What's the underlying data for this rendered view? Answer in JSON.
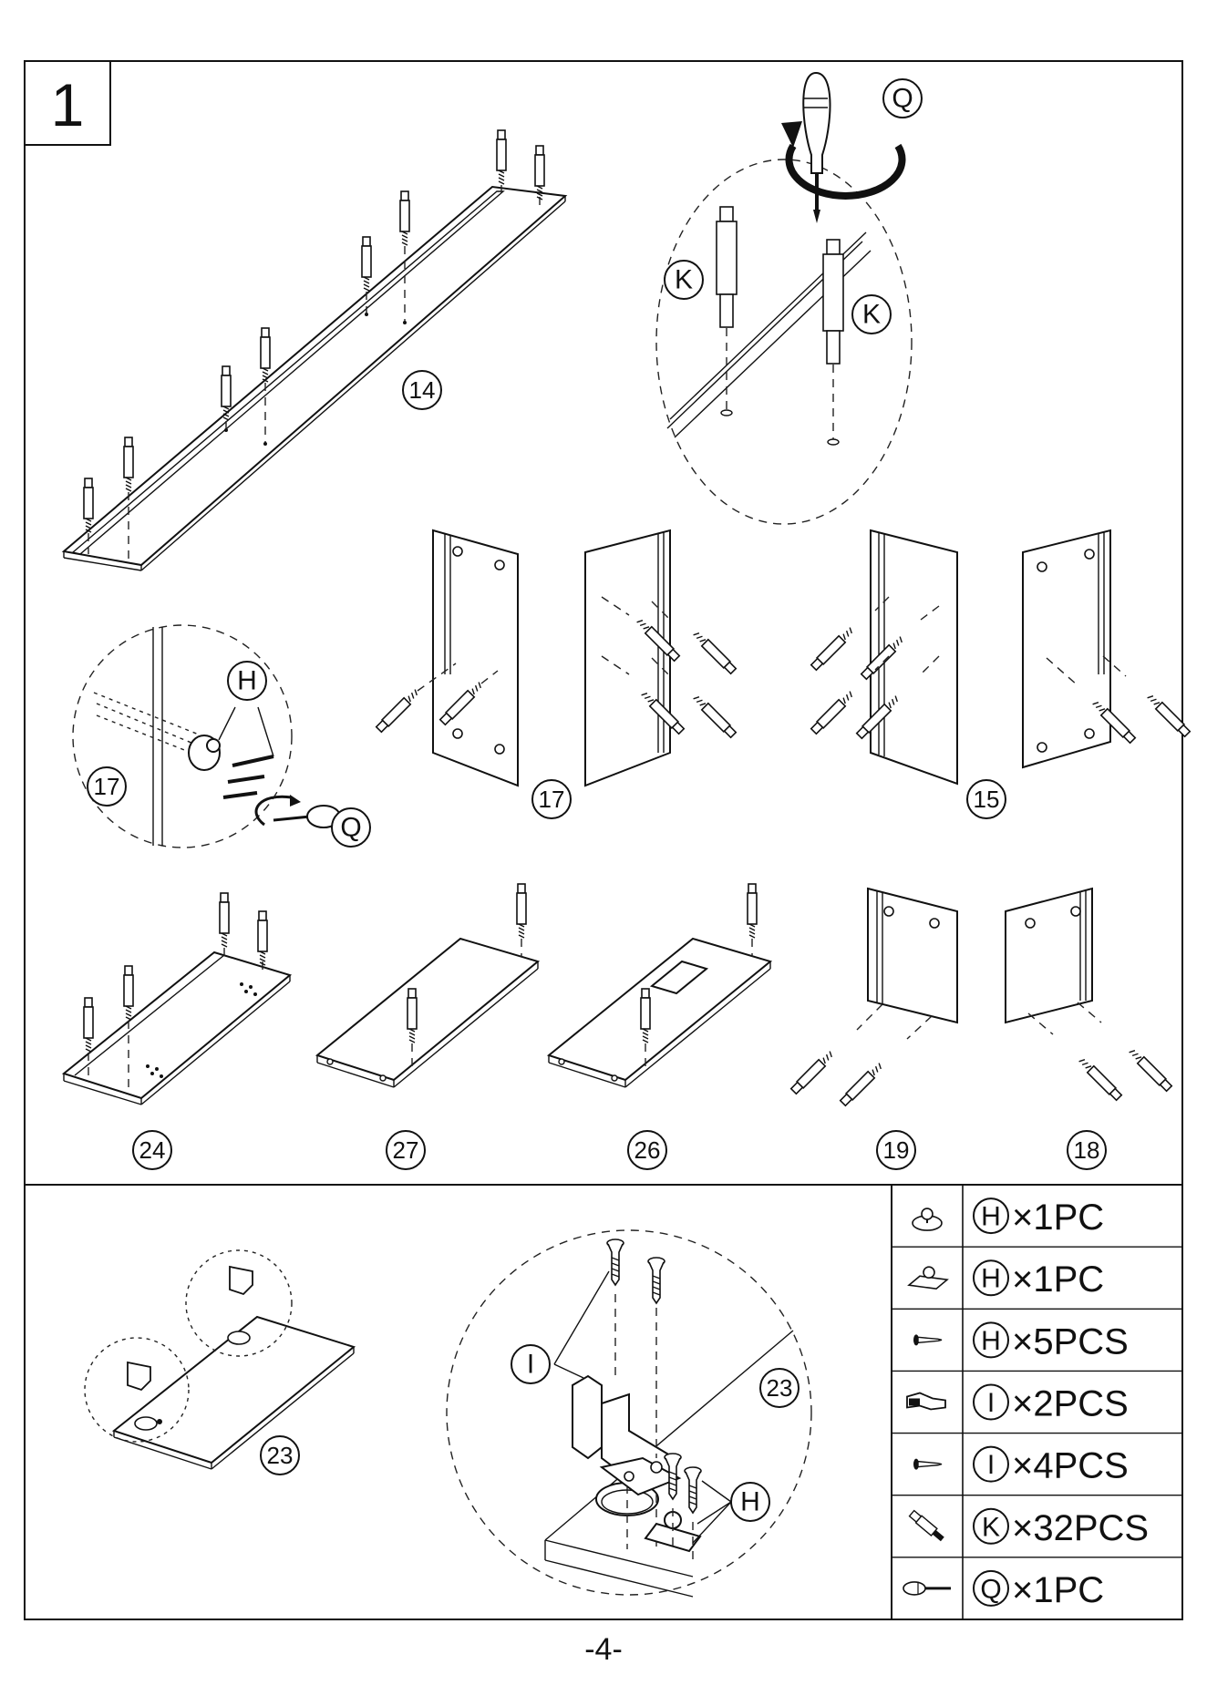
{
  "step": {
    "number": "1"
  },
  "part_labels": {
    "p14": "14",
    "p17a": "17",
    "p17b": "17",
    "p15": "15",
    "p24": "24",
    "p27": "27",
    "p26": "26",
    "p19": "19",
    "p18": "18",
    "p23a": "23",
    "p23b": "23"
  },
  "hardware_letters": {
    "q_top": "Q",
    "k_left": "K",
    "k_right": "K",
    "h_detail": "H",
    "q_detail": "Q",
    "i_hinge": "I",
    "h_hinge": "H"
  },
  "hardware_list": [
    {
      "letter": "H",
      "qty": "×1PC",
      "icon": "round-plate-icon"
    },
    {
      "letter": "H",
      "qty": "×1PC",
      "icon": "bracket-plate-icon"
    },
    {
      "letter": "H",
      "qty": "×5PCS",
      "icon": "screw-icon"
    },
    {
      "letter": "I",
      "qty": "×2PCS",
      "icon": "hinge-icon"
    },
    {
      "letter": "I",
      "qty": "×4PCS",
      "icon": "screw-icon"
    },
    {
      "letter": "K",
      "qty": "×32PCS",
      "icon": "cam-bolt-icon"
    },
    {
      "letter": "Q",
      "qty": "×1PC",
      "icon": "screwdriver-icon"
    }
  ],
  "page": {
    "number": "-4-"
  }
}
